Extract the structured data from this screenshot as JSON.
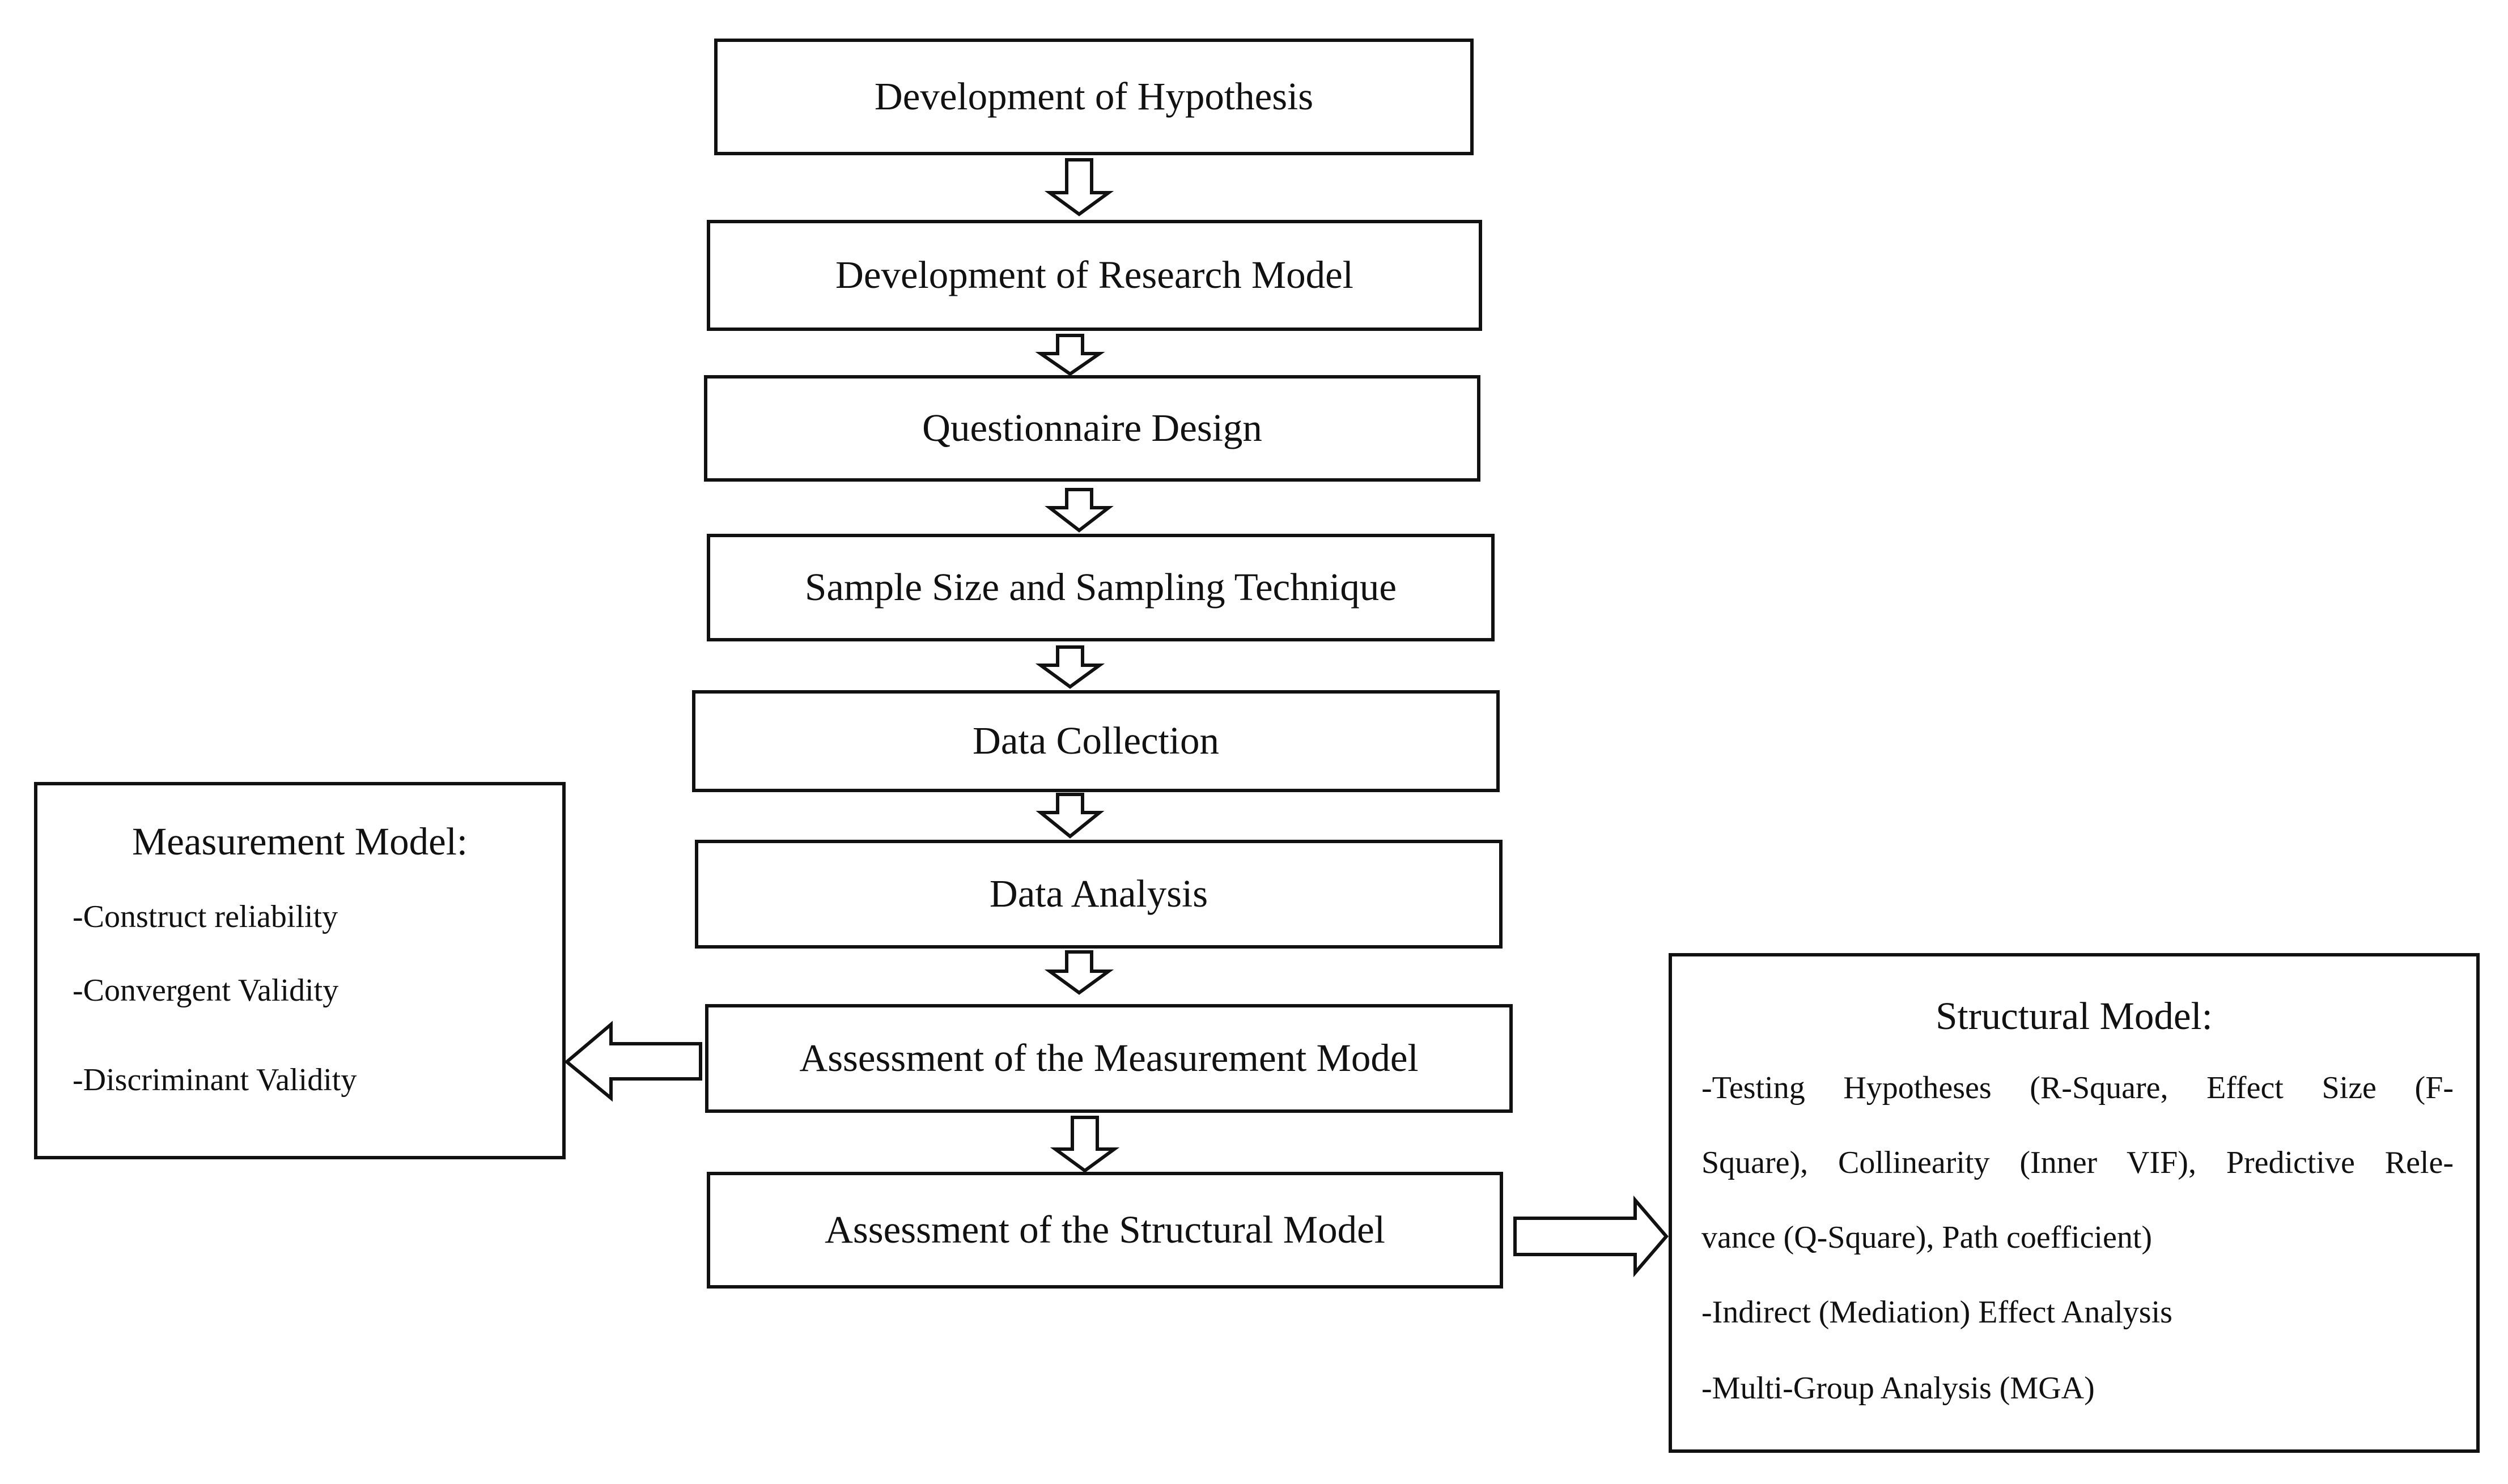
{
  "steps": [
    "Development of Hypothesis",
    "Development of Research Model",
    "Questionnaire Design",
    "Sample Size and Sampling Technique",
    "Data Collection",
    "Data Analysis",
    "Assessment of the Measurement Model",
    "Assessment of the Structural Model"
  ],
  "measurement_model": {
    "title": "Measurement Model:",
    "items": [
      "-Construct reliability",
      "-Convergent Validity",
      "-Discriminant Validity"
    ]
  },
  "structural_model": {
    "title": "Structural Model:",
    "lines": [
      "-Testing Hypotheses (R-Square, Effect Size (F-",
      "Square), Collinearity (Inner VIF), Predictive Rele-",
      "vance (Q-Square), Path coefficient)",
      "-Indirect (Mediation) Effect Analysis",
      "-Multi-Group Analysis (MGA)"
    ]
  }
}
